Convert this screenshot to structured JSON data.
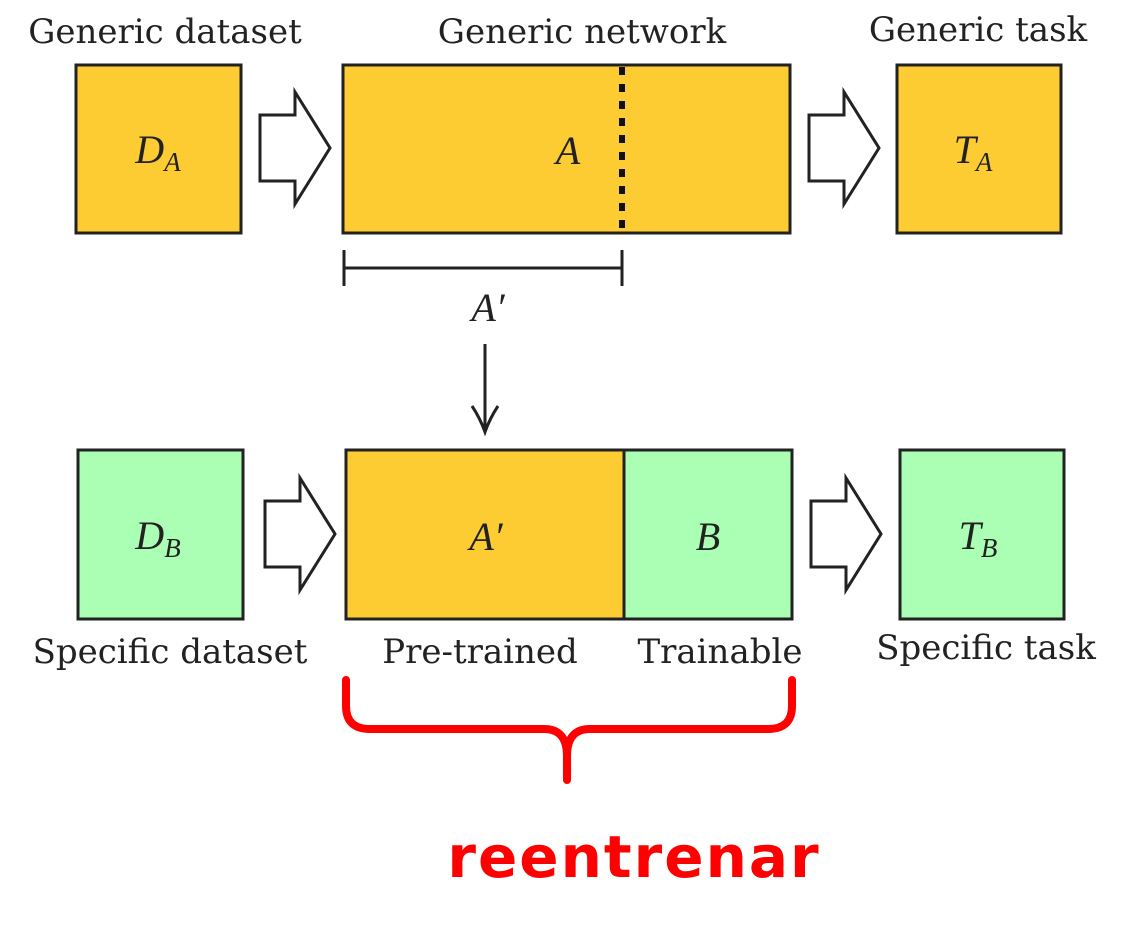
{
  "colors": {
    "generic_block": "#FDCC33",
    "specific_block": "#AAFFB4",
    "outline": "#222222",
    "annotation": "#FF0000"
  },
  "top_row": {
    "dataset_caption": "Generic dataset",
    "network_caption": "Generic network",
    "task_caption": "Generic task",
    "dataset_symbol": {
      "main": "D",
      "sub": "A"
    },
    "network_symbol": "A",
    "task_symbol": {
      "main": "T",
      "sub": "A"
    },
    "span_label": "A′"
  },
  "bottom_row": {
    "dataset_caption": "Specific dataset",
    "pretrained_caption": "Pre-trained",
    "trainable_caption": "Trainable",
    "task_caption": "Specific task",
    "dataset_symbol": {
      "main": "D",
      "sub": "B"
    },
    "pretrained_symbol": "A′",
    "trainable_symbol": "B",
    "task_symbol": {
      "main": "T",
      "sub": "B"
    }
  },
  "annotation": {
    "text": "reentrenar"
  }
}
